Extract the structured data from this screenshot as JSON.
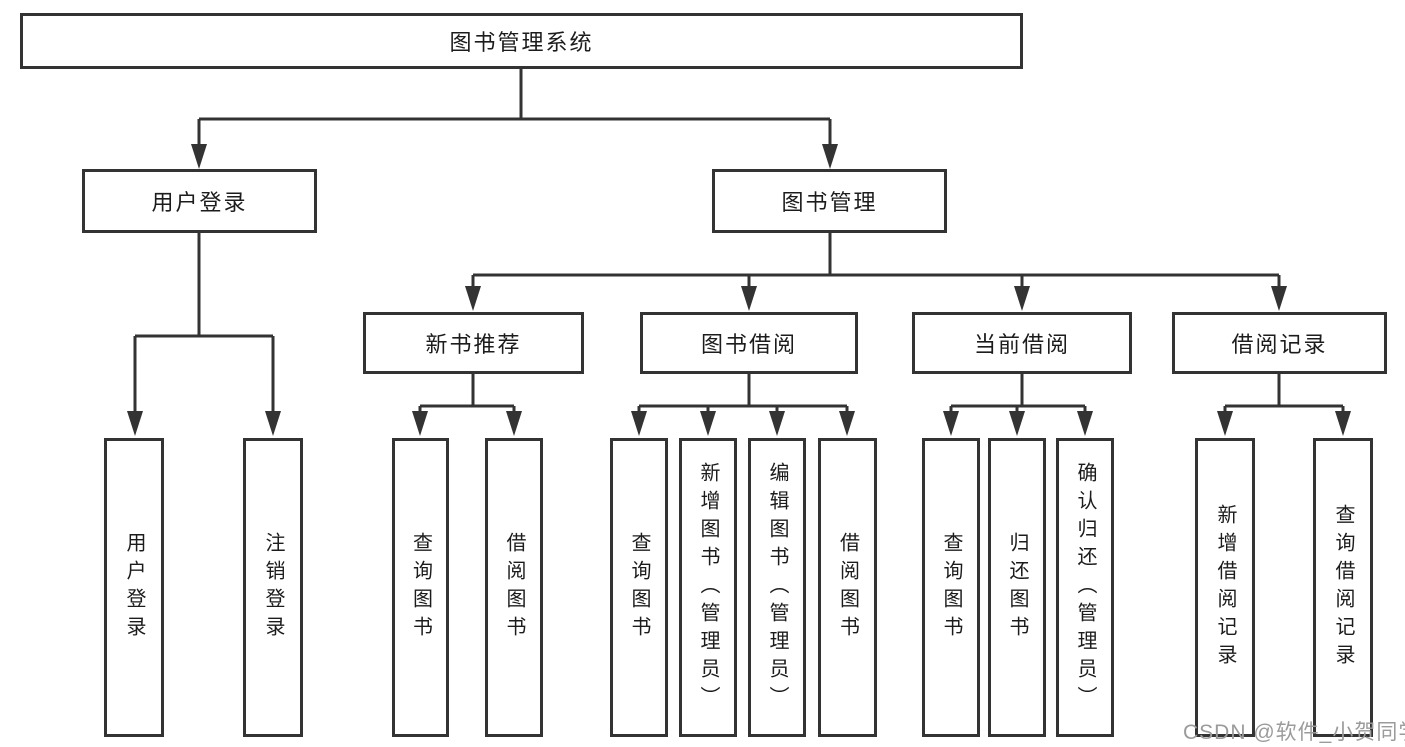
{
  "colors": {
    "line": "#333333",
    "box_border": "#333333",
    "text": "#1c1c1c",
    "watermark": "#9b9b9b",
    "background": "#ffffff"
  },
  "diagram": {
    "root": {
      "label": "图书管理系统"
    },
    "level2": [
      {
        "label": "用户登录"
      },
      {
        "label": "图书管理"
      }
    ],
    "level3": [
      {
        "label": "新书推荐"
      },
      {
        "label": "图书借阅"
      },
      {
        "label": "当前借阅"
      },
      {
        "label": "借阅记录"
      }
    ],
    "leaves": [
      "用户登录",
      "注销登录",
      "查询图书",
      "借阅图书",
      "查询图书",
      "新增图书（管理员）",
      "编辑图书（管理员）",
      "借阅图书",
      "查询图书",
      "归还图书",
      "确认归还（管理员）",
      "新增借阅记录",
      "查询借阅记录"
    ]
  },
  "watermark": {
    "text": "CSDN @软件_小贺同学"
  }
}
